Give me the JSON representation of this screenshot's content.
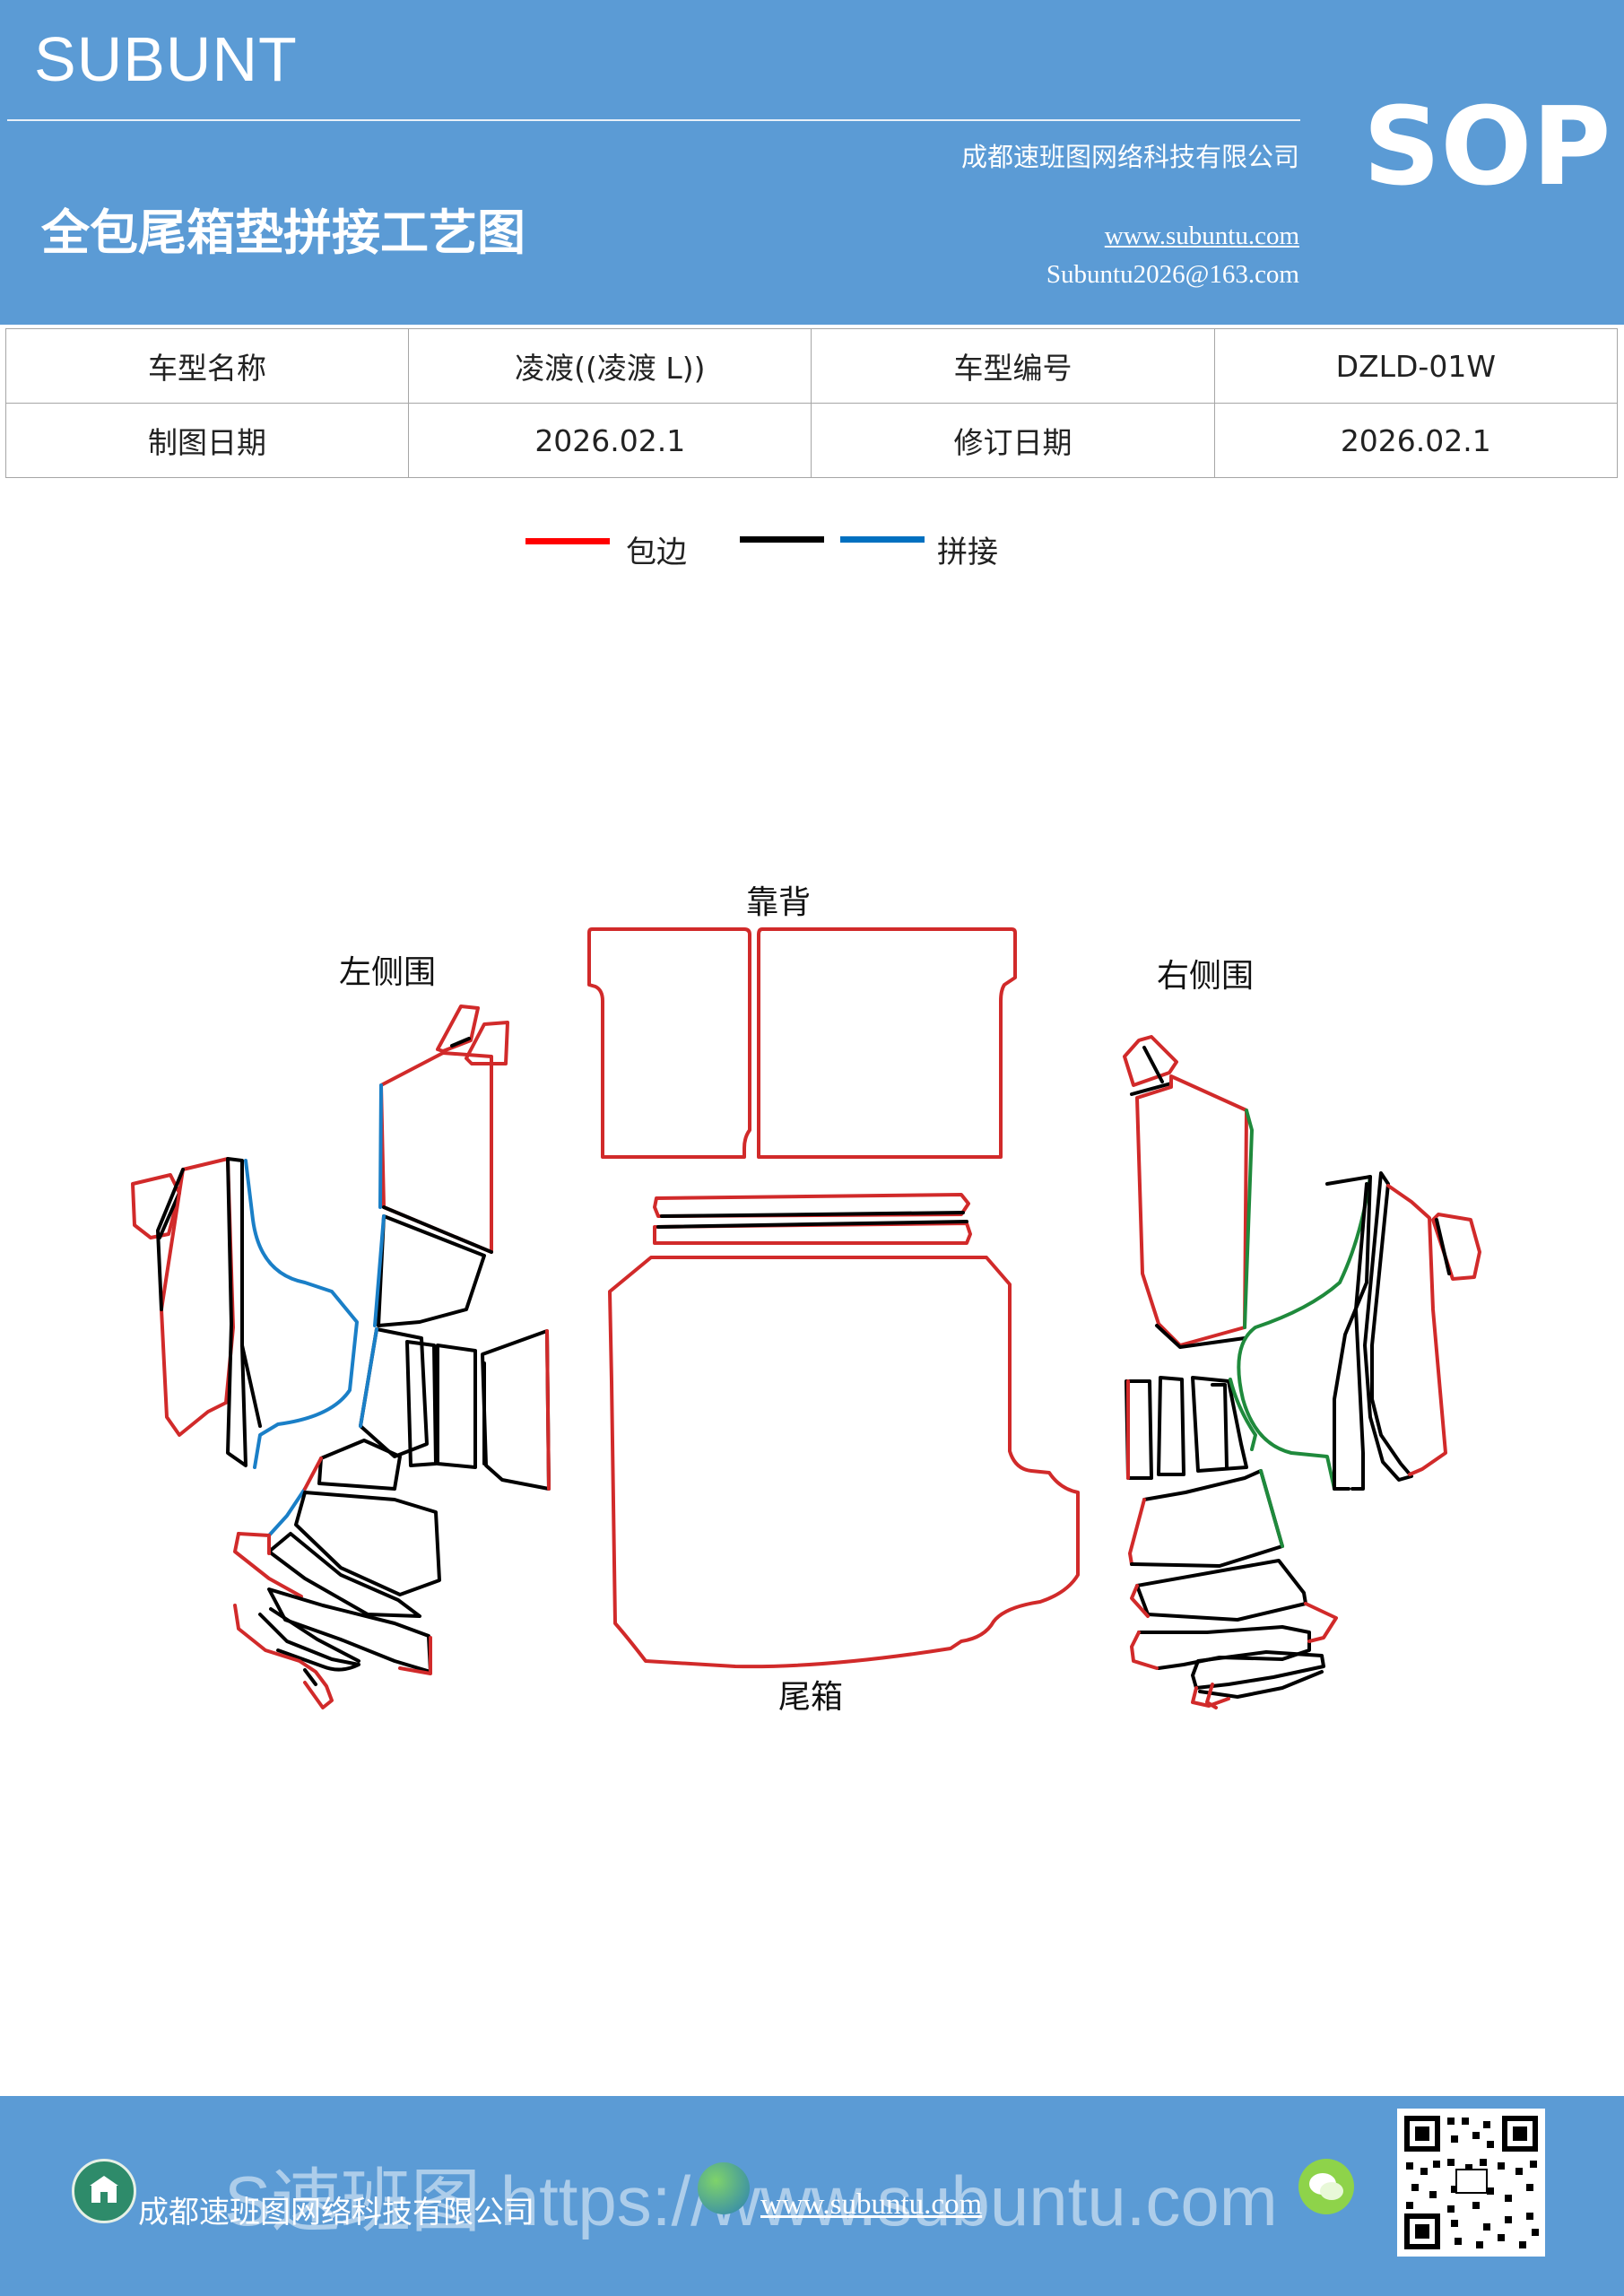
{
  "header": {
    "brand": "SUBUNT",
    "badge": "SOP",
    "company": "成都速班图网络科技有限公司",
    "title": "全包尾箱垫拼接工艺图",
    "website": "www.subuntu.com",
    "email": "Subuntu2026@163.com",
    "background_color": "#5b9bd5"
  },
  "info_table": {
    "rows": [
      [
        "车型名称",
        "凌渡((凌渡 L))",
        "车型编号",
        "DZLD-01W"
      ],
      [
        "制图日期",
        "2026.02.1",
        "修订日期",
        "2026.02.1"
      ]
    ]
  },
  "legend": {
    "wrap_label": "包边",
    "splice_label": "拼接",
    "colors": {
      "wrap": "#ff0000",
      "black": "#000000",
      "splice": "#0070c0",
      "green": "#1f8a3c"
    }
  },
  "diagram": {
    "labels": {
      "backrest": "靠背",
      "left_side": "左侧围",
      "right_side": "右侧围",
      "trunk": "尾箱"
    }
  },
  "footer": {
    "watermark": "S速班图 https://www.subuntu.com",
    "company": "成都速班图网络科技有限公司",
    "website": "www.subuntu.com",
    "background_color": "#5b9bd5"
  }
}
